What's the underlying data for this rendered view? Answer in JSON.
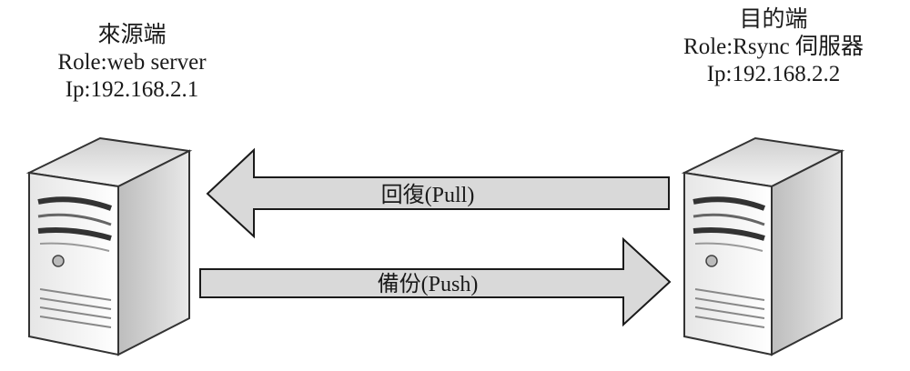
{
  "source": {
    "title": "來源端",
    "role": "Role:web server",
    "ip": "Ip:192.168.2.1"
  },
  "destination": {
    "title": "目的端",
    "role": "Role:Rsync 伺服器",
    "ip": "Ip:192.168.2.2"
  },
  "arrows": {
    "pull_label": "回復(Pull)",
    "push_label": "備份(Push)"
  },
  "colors": {
    "arrow_fill": "#d9d9d9",
    "arrow_stroke": "#1a1a1a",
    "server_light": "#f0f0f0",
    "server_mid": "#c8c8c8",
    "server_dark": "#8c8c8c"
  }
}
